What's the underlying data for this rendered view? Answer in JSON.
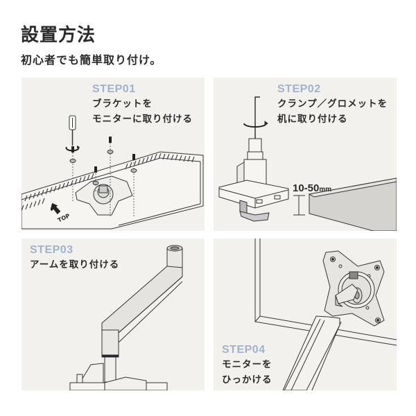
{
  "header": {
    "title": "設置方法",
    "subtitle": "初心者でも簡単取り付け。"
  },
  "colors": {
    "panel_bg": "#f3f1ed",
    "step_label": "#9fb3cc",
    "text": "#2a2a2a",
    "line": "#333333"
  },
  "steps": [
    {
      "label": "STEP01",
      "desc_line1": "ブラケットを",
      "desc_line2": "モニターに取り付ける",
      "annotation": "TOP",
      "icon": "screwdriver-icon"
    },
    {
      "label": "STEP02",
      "desc_line1": "クランプ／グロメットを",
      "desc_line2": "机に取り付ける",
      "dimension_value": "10-50",
      "dimension_unit": "mm",
      "icon": "hex-key-icon"
    },
    {
      "label": "STEP03",
      "desc_line1": "アームを取り付ける",
      "icon": "monitor-arm-icon"
    },
    {
      "label": "STEP04",
      "desc_line1": "モニターを",
      "desc_line2": "ひっかける",
      "icon": "vesa-plate-icon"
    }
  ]
}
